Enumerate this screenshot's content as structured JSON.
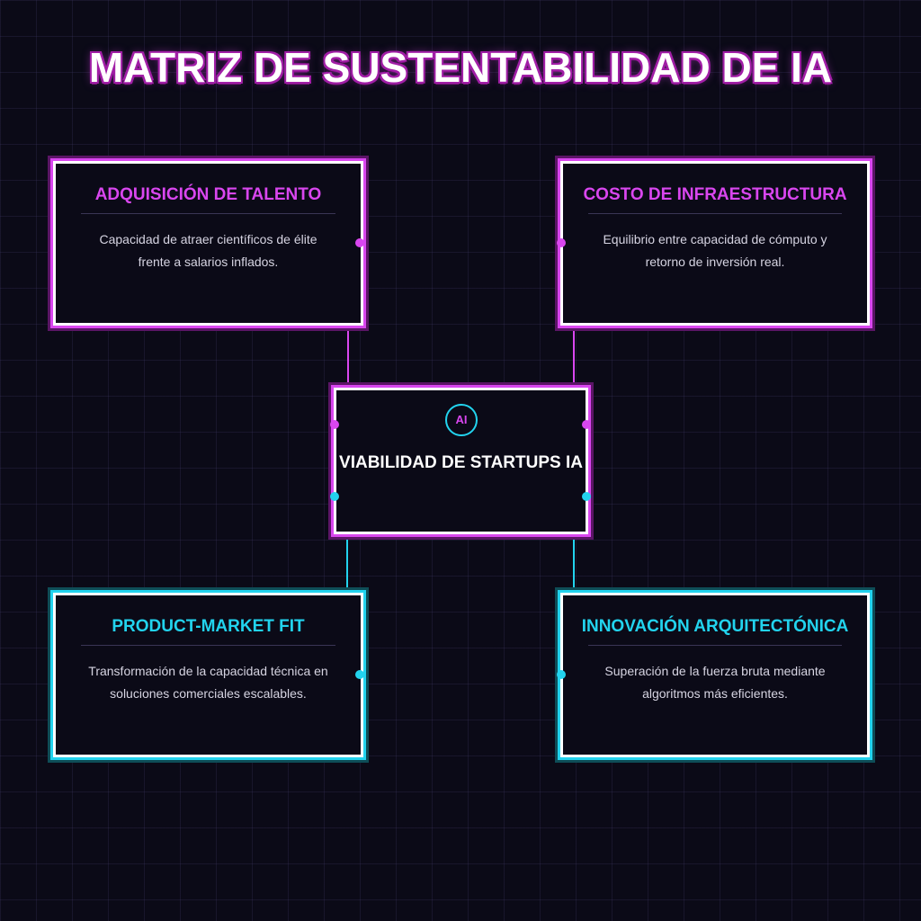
{
  "title": "MATRIZ DE SUSTENTABILIDAD DE IA",
  "center": {
    "badge": "AI",
    "label": "VIABILIDAD DE STARTUPS IA"
  },
  "cards": {
    "talent": {
      "title": "ADQUISICIÓN DE TALENTO",
      "desc_line1": "Capacidad de atraer científicos de élite",
      "desc_line2": "frente a salarios inflados."
    },
    "infra": {
      "title": "COSTO DE INFRAESTRUCTURA",
      "desc_line1": "Equilibrio entre capacidad de cómputo y",
      "desc_line2": "retorno de inversión real."
    },
    "pmf": {
      "title": "PRODUCT-MARKET FIT",
      "desc_line1": "Transformación de la capacidad técnica en",
      "desc_line2": "soluciones comerciales escalables."
    },
    "innovation": {
      "title": "INNOVACIÓN ARQUITECTÓNICA",
      "desc_line1": "Superación de la fuerza bruta mediante",
      "desc_line2": "algoritmos más eficientes."
    }
  },
  "colors": {
    "magenta": "#d946ef",
    "cyan": "#22d3ee",
    "background": "#0b0a17"
  }
}
